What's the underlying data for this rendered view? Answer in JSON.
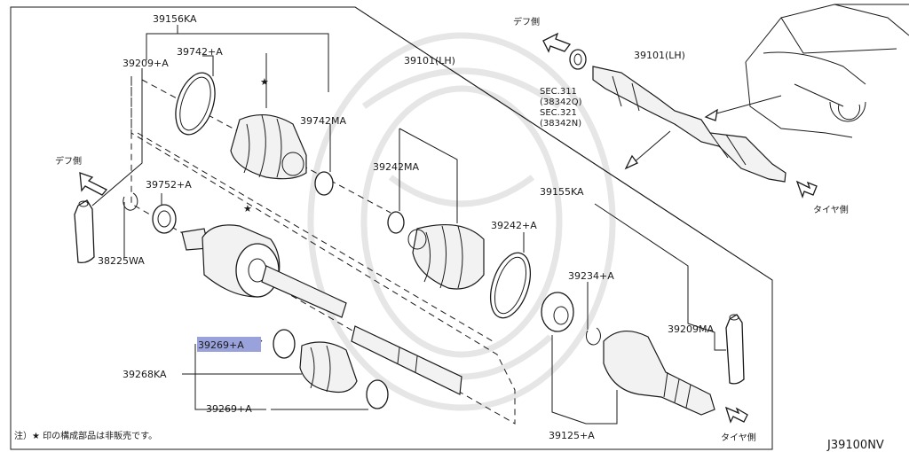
{
  "diagram_code": "J39100NV",
  "footnote": "注）★ 印の構成部品は非販売です。",
  "directions": {
    "diff_side": "デフ側",
    "tire_side": "タイヤ側"
  },
  "star_mark": "★",
  "parts": {
    "p39156KA": "39156KA",
    "p39742A": "39742+A",
    "p39209A": "39209+A",
    "p39742MA": "39742MA",
    "p39101LH_main": "39101(LH)",
    "p39101LH_inset": "39101(LH)",
    "p39752A": "39752+A",
    "p38225WA": "38225WA",
    "p39242MA": "39242MA",
    "p39155KA": "39155KA",
    "p39242A": "39242+A",
    "p39234A": "39234+A",
    "p39209MA": "39209MA",
    "p39269A_top": "39269+A",
    "p39268KA": "39268KA",
    "p39269A_bottom": "39269+A",
    "p39125A": "39125+A"
  },
  "inset": {
    "sec311": "SEC.311",
    "sec311_code": "(38342Q)",
    "sec321": "SEC.321",
    "sec321_code": "(38342N)"
  },
  "highlight_color": "#9aa2dc"
}
